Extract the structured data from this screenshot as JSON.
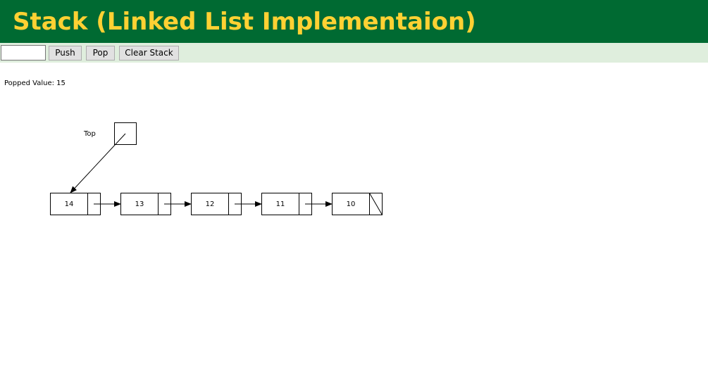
{
  "header": {
    "title": "Stack (Linked List Implementaion)"
  },
  "toolbar": {
    "input_value": "",
    "push_label": "Push",
    "pop_label": "Pop",
    "clear_label": "Clear Stack"
  },
  "status": {
    "text": "Popped Value: 15"
  },
  "diagram": {
    "top_label": "Top",
    "nodes": [
      "14",
      "13",
      "12",
      "11",
      "10"
    ]
  },
  "colors": {
    "header_bg": "#006a32",
    "header_text": "#ffd133",
    "toolbar_bg": "#dfeedd"
  }
}
